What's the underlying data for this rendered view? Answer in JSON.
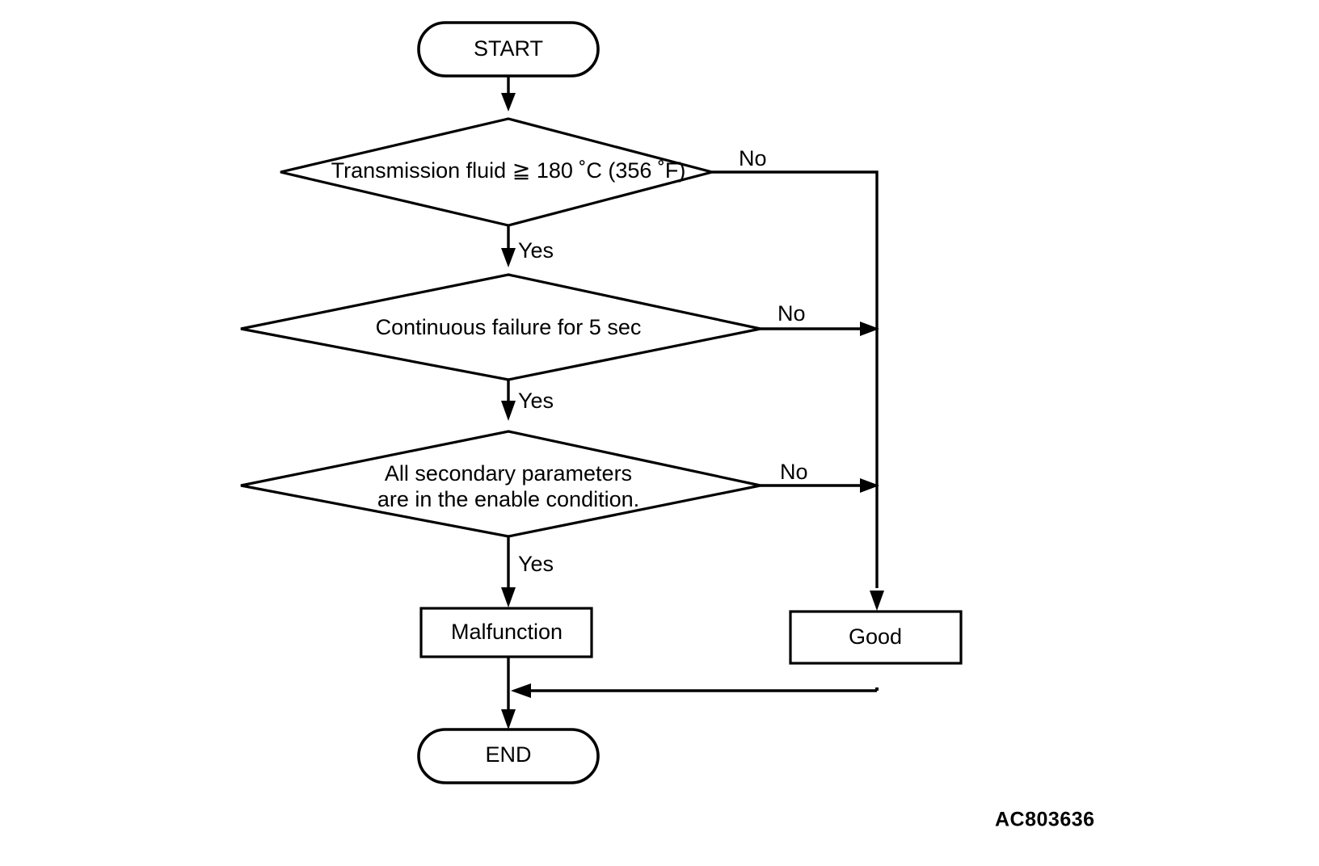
{
  "diagram": {
    "title": "Transmission fluid temperature diagnostic flowchart",
    "figure_id": "AC803636",
    "background_color": "#ffffff",
    "line_color": "#000000"
  },
  "nodes": {
    "start": {
      "label": "START",
      "shape": "terminator"
    },
    "decision_1": {
      "label": "Transmission fluid ≧ 180 ˚C (356 ˚F)",
      "shape": "decision"
    },
    "decision_2": {
      "label": "Continuous failure for 5 sec",
      "shape": "decision"
    },
    "decision_3": {
      "label_line_1": "All secondary parameters",
      "label_line_2": "are in the enable condition.",
      "shape": "decision"
    },
    "malfunction": {
      "label": "Malfunction",
      "shape": "process"
    },
    "good": {
      "label": "Good",
      "shape": "process"
    },
    "end": {
      "label": "END",
      "shape": "terminator"
    }
  },
  "branch_labels": {
    "d1_no": "No",
    "d1_yes": "Yes",
    "d2_no": "No",
    "d2_yes": "Yes",
    "d3_no": "No",
    "d3_yes": "Yes"
  },
  "chart_data": {
    "type": "diagram",
    "subtype": "flowchart",
    "title": "Transmission fluid temperature diagnostic flowchart",
    "orientation": "top-to-bottom",
    "nodes": [
      {
        "id": "start",
        "type": "terminator",
        "text": "START"
      },
      {
        "id": "decision_1",
        "type": "decision",
        "text": "Transmission fluid ≧ 180 ˚C (356 ˚F)"
      },
      {
        "id": "decision_2",
        "type": "decision",
        "text": "Continuous failure for 5 sec"
      },
      {
        "id": "decision_3",
        "type": "decision",
        "text": "All secondary parameters are in the enable condition."
      },
      {
        "id": "malfunction",
        "type": "process",
        "text": "Malfunction"
      },
      {
        "id": "good",
        "type": "process",
        "text": "Good"
      },
      {
        "id": "end",
        "type": "terminator",
        "text": "END"
      }
    ],
    "edges": [
      {
        "from": "start",
        "to": "decision_1",
        "label": ""
      },
      {
        "from": "decision_1",
        "to": "decision_2",
        "label": "Yes"
      },
      {
        "from": "decision_1",
        "to": "good",
        "label": "No"
      },
      {
        "from": "decision_2",
        "to": "decision_3",
        "label": "Yes"
      },
      {
        "from": "decision_2",
        "to": "good",
        "label": "No"
      },
      {
        "from": "decision_3",
        "to": "malfunction",
        "label": "Yes"
      },
      {
        "from": "decision_3",
        "to": "good",
        "label": "No"
      },
      {
        "from": "malfunction",
        "to": "end",
        "label": ""
      },
      {
        "from": "good",
        "to": "end",
        "label": ""
      }
    ]
  }
}
